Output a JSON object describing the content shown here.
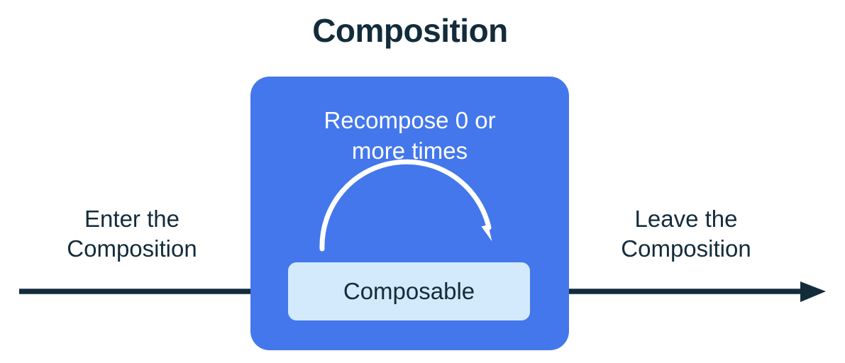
{
  "diagram": {
    "title": "Composition",
    "enter_label": "Enter the\nComposition",
    "leave_label": "Leave the\nComposition",
    "composition_box": {
      "recompose_label": "Recompose 0 or\nmore times",
      "composable_label": "Composable"
    },
    "icons": {
      "recompose_loop": "curved-arrow-loop-icon",
      "enter_arrow": "right-arrow-icon",
      "leave_arrow": "right-arrow-icon"
    },
    "colors": {
      "box_blue": "#4377EB",
      "composable_bg": "#D3E9FC",
      "text_dark": "#132C3C",
      "arc_white": "#FFFFFF",
      "page_bg": "#FFFFFF"
    }
  }
}
